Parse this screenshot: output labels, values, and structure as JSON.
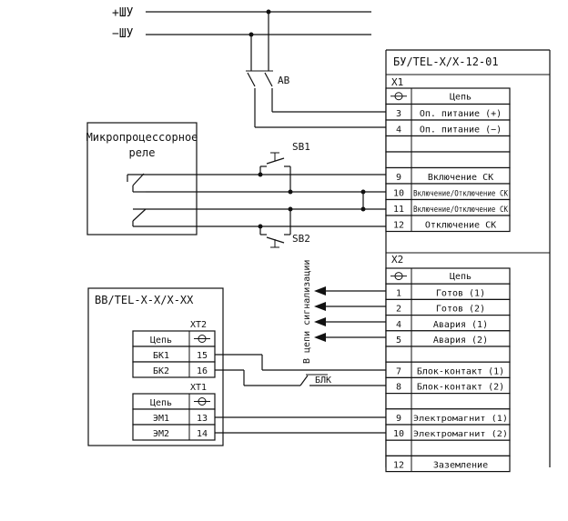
{
  "buses": {
    "plus": "+ШУ",
    "minus": "−ШУ"
  },
  "breaker": {
    "label": "АВ"
  },
  "relay": {
    "line1": "Микропроцессорное",
    "line2": "реле"
  },
  "buttons": {
    "sb1": "SB1",
    "sb2": "SB2"
  },
  "bu": {
    "title": "БУ/TEL-X/X-12-01",
    "x1": {
      "name": "X1",
      "header": "Цепь",
      "rows": [
        {
          "num": "3",
          "label": "Оп. питание (+)"
        },
        {
          "num": "4",
          "label": "Оп. питание (−)"
        },
        {
          "num": "",
          "label": ""
        },
        {
          "num": "",
          "label": ""
        },
        {
          "num": "9",
          "label": "Включение СК"
        },
        {
          "num": "10",
          "label": "Включение/Отключение СК"
        },
        {
          "num": "11",
          "label": "Включение/Отключение СК"
        },
        {
          "num": "12",
          "label": "Отключение СК"
        }
      ]
    },
    "x2": {
      "name": "X2",
      "header": "Цепь",
      "rows": [
        {
          "num": "1",
          "label": "Готов (1)"
        },
        {
          "num": "2",
          "label": "Готов (2)"
        },
        {
          "num": "4",
          "label": "Авария (1)"
        },
        {
          "num": "5",
          "label": "Авария (2)"
        },
        {
          "num": "",
          "label": ""
        },
        {
          "num": "7",
          "label": "Блок-контакт (1)"
        },
        {
          "num": "8",
          "label": "Блок-контакт (2)"
        },
        {
          "num": "",
          "label": ""
        },
        {
          "num": "9",
          "label": "Электромагнит (1)"
        },
        {
          "num": "10",
          "label": "Электромагнит (2)"
        },
        {
          "num": "",
          "label": ""
        },
        {
          "num": "12",
          "label": "Заземление"
        }
      ]
    }
  },
  "signal_label": "В цепи сигнализации",
  "blk_label": "БЛК",
  "vv": {
    "title": "ВВ/TEL-X-X/X-XX",
    "xt2": {
      "name": "XT2",
      "header": "Цепь",
      "rows": [
        {
          "label": "БК1",
          "num": "15"
        },
        {
          "label": "БК2",
          "num": "16"
        }
      ]
    },
    "xt1": {
      "name": "XT1",
      "header": "Цепь",
      "rows": [
        {
          "label": "ЭМ1",
          "num": "13"
        },
        {
          "label": "ЭМ2",
          "num": "14"
        }
      ]
    }
  }
}
